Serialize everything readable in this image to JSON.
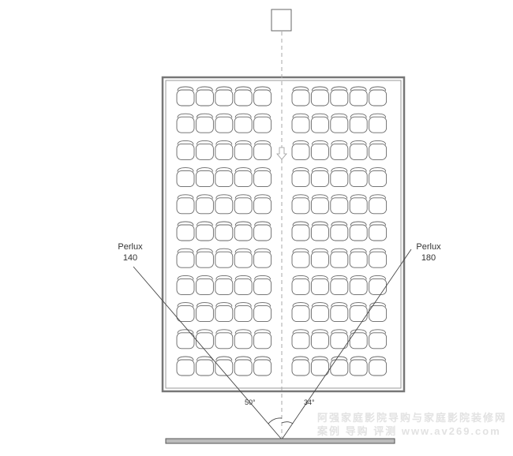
{
  "labels": {
    "left_projector": {
      "name": "Perlux",
      "model": "140"
    },
    "right_projector": {
      "name": "Perlux",
      "model": "180"
    },
    "left_angle": "50°",
    "right_angle": "34°"
  },
  "seating": {
    "rows": 11,
    "seats_per_side": 5,
    "sides": 2
  },
  "watermark": {
    "line1": "阿强家庭影院导购与家庭影院装修网",
    "line2": "案例 导购 评测  www.av269.com"
  },
  "colors": {
    "line": "#555555",
    "border": "#777777",
    "dash": "#aaaaaa"
  }
}
